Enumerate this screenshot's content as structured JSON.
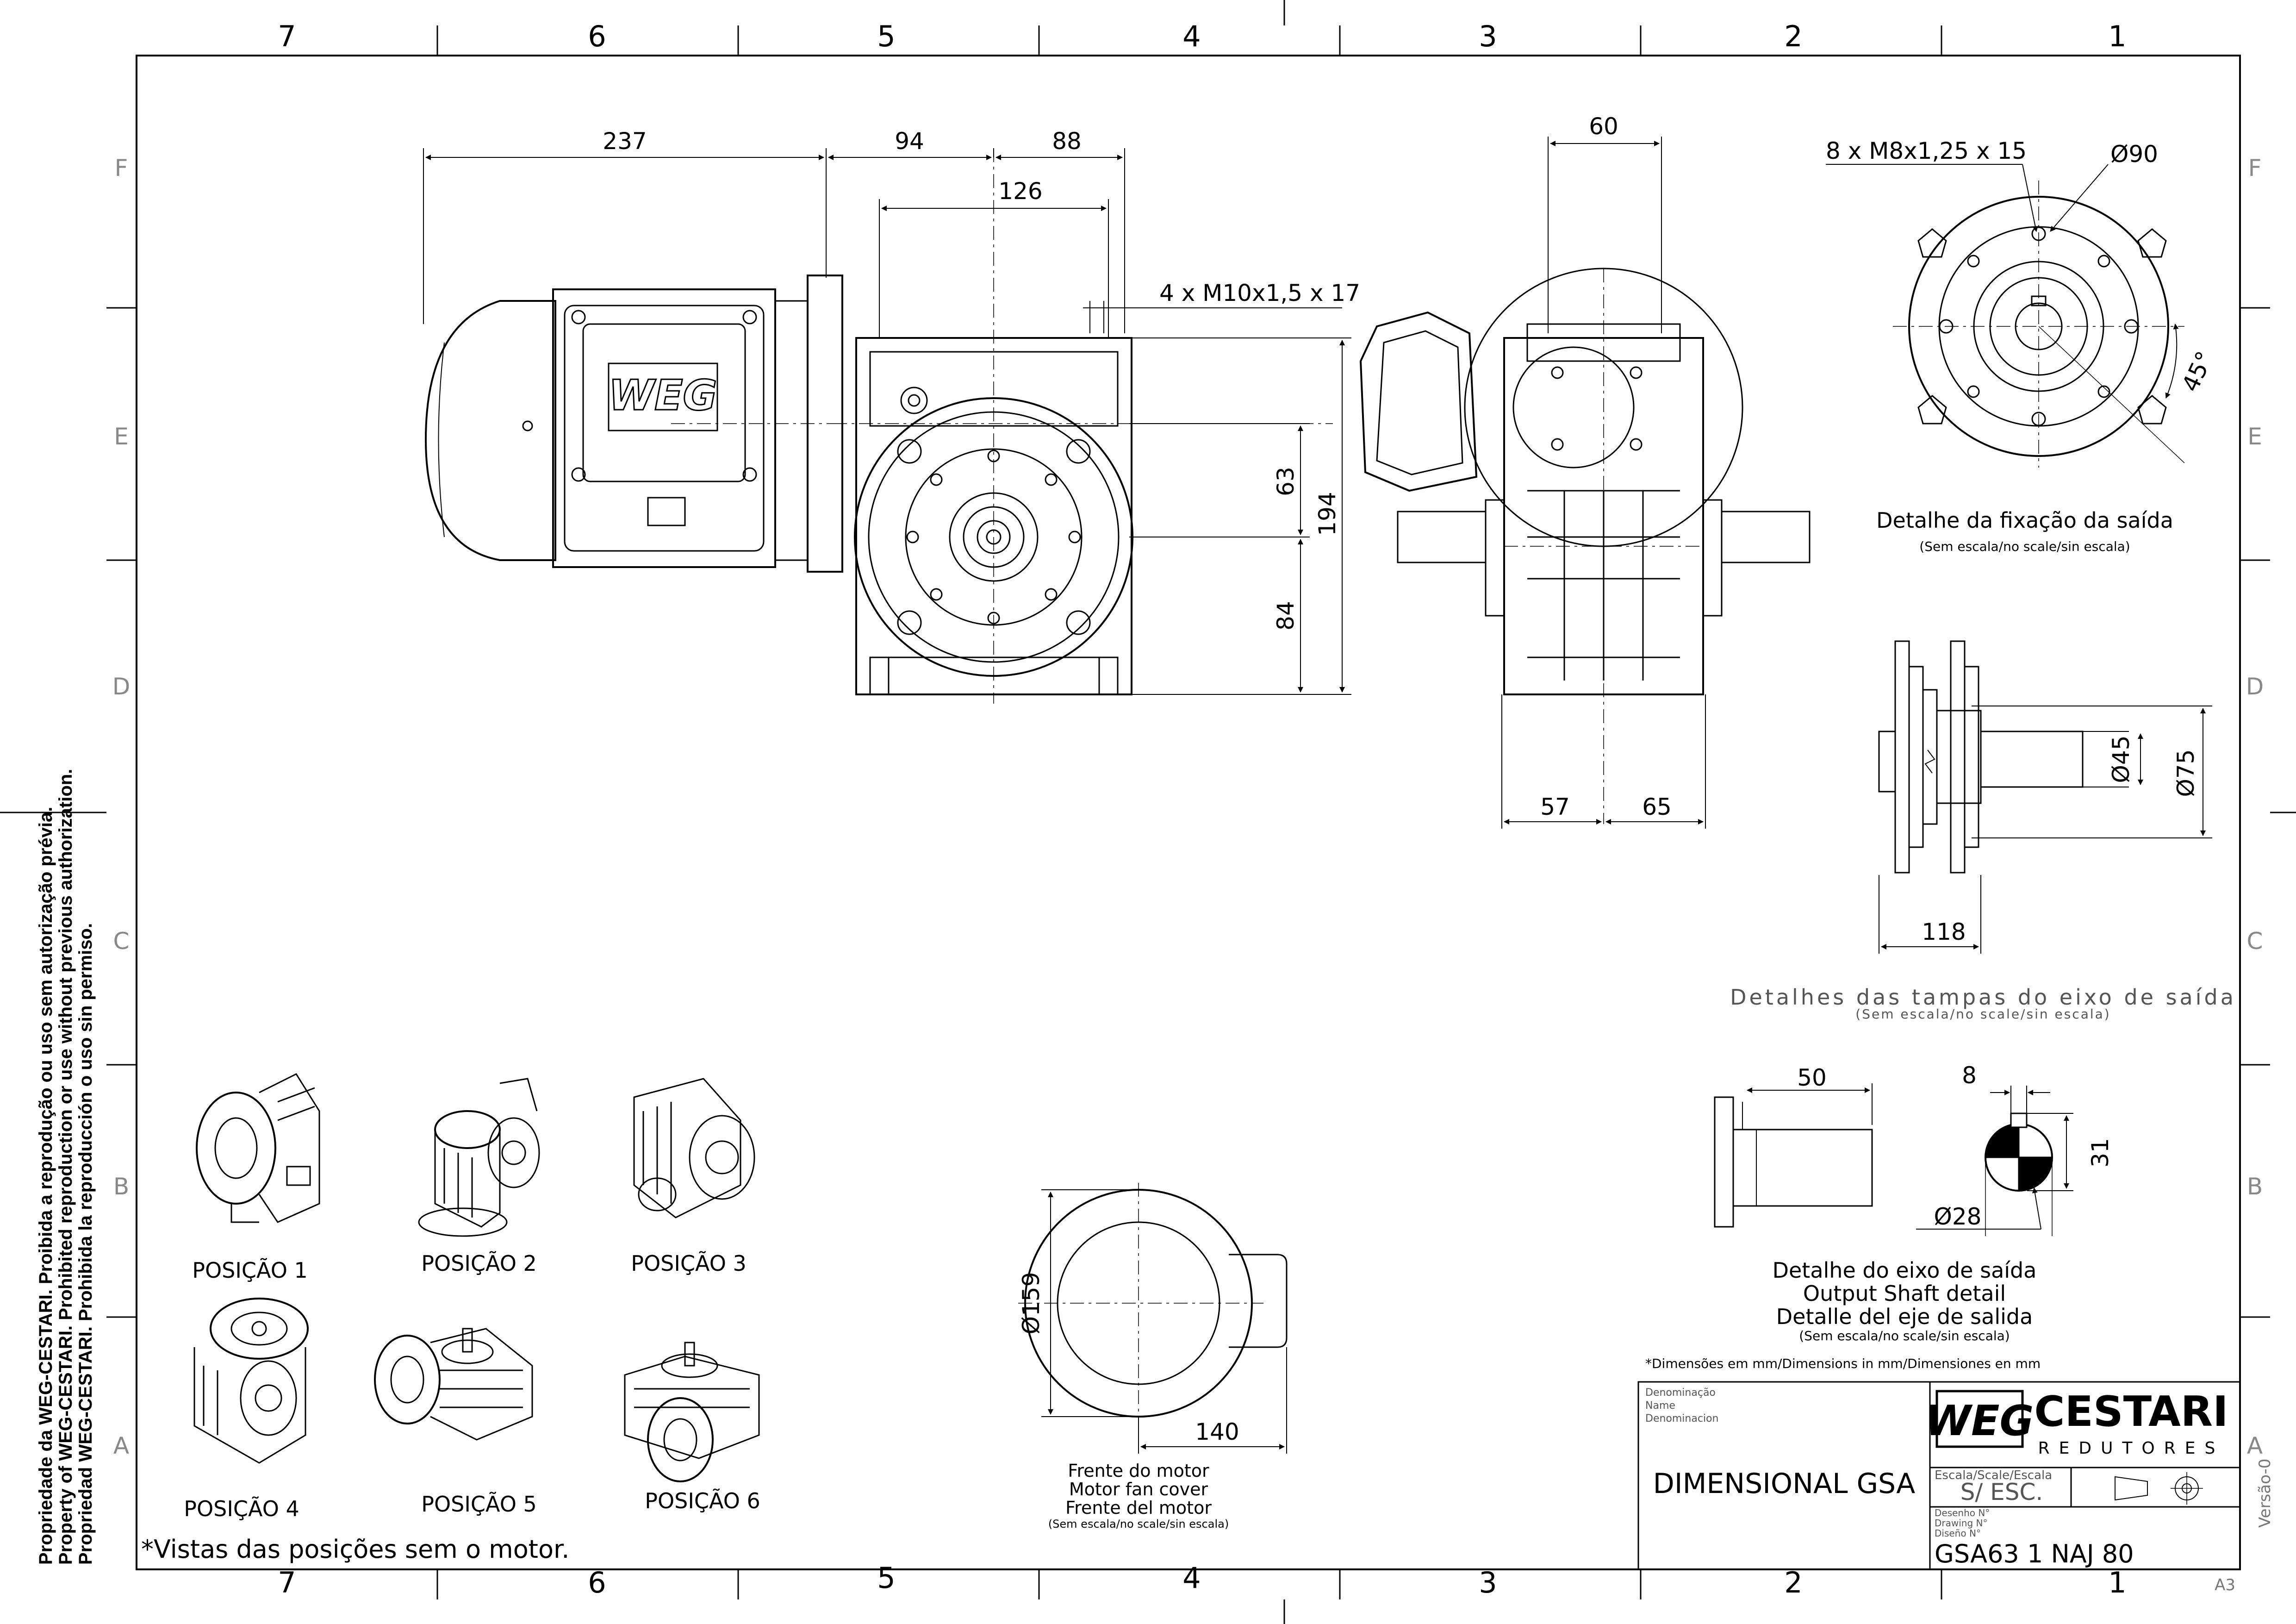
{
  "frame": {
    "columns": [
      "7",
      "6",
      "5",
      "4",
      "3",
      "2",
      "1"
    ],
    "rows": [
      "F",
      "E",
      "D",
      "C",
      "B",
      "A"
    ],
    "sheet_size": "A3",
    "version": "Versão-0",
    "copyright": [
      "Propriedade da WEG-CESTARI. Proibida a reprodução ou uso sem autorização prévia.",
      "Property of WEG-CESTARI. Prohibited reproduction or use without previous authorization.",
      "Propriedad WEG-CESTARI. Prohibida la reproducción o uso sin permiso."
    ]
  },
  "main_view": {
    "dims": {
      "d237": "237",
      "d94": "94",
      "d88": "88",
      "d126": "126",
      "thread": "4 x M10x1,5 x 17",
      "d63": "63",
      "d194": "194",
      "d84": "84"
    },
    "logo_text": "WEG"
  },
  "side_view": {
    "dims": {
      "d60": "60",
      "d57": "57",
      "d65": "65"
    }
  },
  "fixing_detail": {
    "bolts": "8 x M8x1,25 x 15",
    "diameter": "Ø90",
    "angle": "45°",
    "title": "Detalhe da fixação da saída",
    "subtitle": "(Sem escala/no scale/sin escala)"
  },
  "covers_detail": {
    "d45": "Ø45",
    "d75": "Ø75",
    "d118": "118",
    "title": "Detalhes das tampas do eixo de saída",
    "subtitle": "(Sem escala/no scale/sin escala)"
  },
  "shaft_detail": {
    "d50": "50",
    "d8": "8",
    "d31": "31",
    "d28": "Ø28",
    "title_pt": "Detalhe do eixo de saída",
    "title_en": "Output Shaft detail",
    "title_es": "Detalle del eje de salida",
    "subtitle": "(Sem escala/no scale/sin escala)"
  },
  "fan_cover": {
    "d159": "Ø159",
    "d140": "140",
    "title_pt": "Frente do motor",
    "title_en": "Motor fan cover",
    "title_es": "Frente del motor",
    "subtitle": "(Sem escala/no scale/sin escala)"
  },
  "positions": {
    "labels": [
      "POSIÇÃO 1",
      "POSIÇÃO 2",
      "POSIÇÃO 3",
      "POSIÇÃO 4",
      "POSIÇÃO 5",
      "POSIÇÃO 6"
    ],
    "footnote": "*Vistas das posições sem o motor."
  },
  "title_block": {
    "units_note": "*Dimensões em mm/Dimensions in mm/Dimensiones en mm",
    "denomination_labels": [
      "Denominação",
      "Name",
      "Denominacion"
    ],
    "denomination": "DIMENSIONAL GSA",
    "brand_weg": "WEG",
    "brand_name": "CESTARI",
    "brand_sub": "REDUTORES",
    "scale_label": "Escala/Scale/Escala",
    "scale_value": "S/ ESC.",
    "drawing_labels": [
      "Desenho N°",
      "Drawing N°",
      "Diseño N°"
    ],
    "drawing_number": "GSA63 1 NAJ 80"
  }
}
